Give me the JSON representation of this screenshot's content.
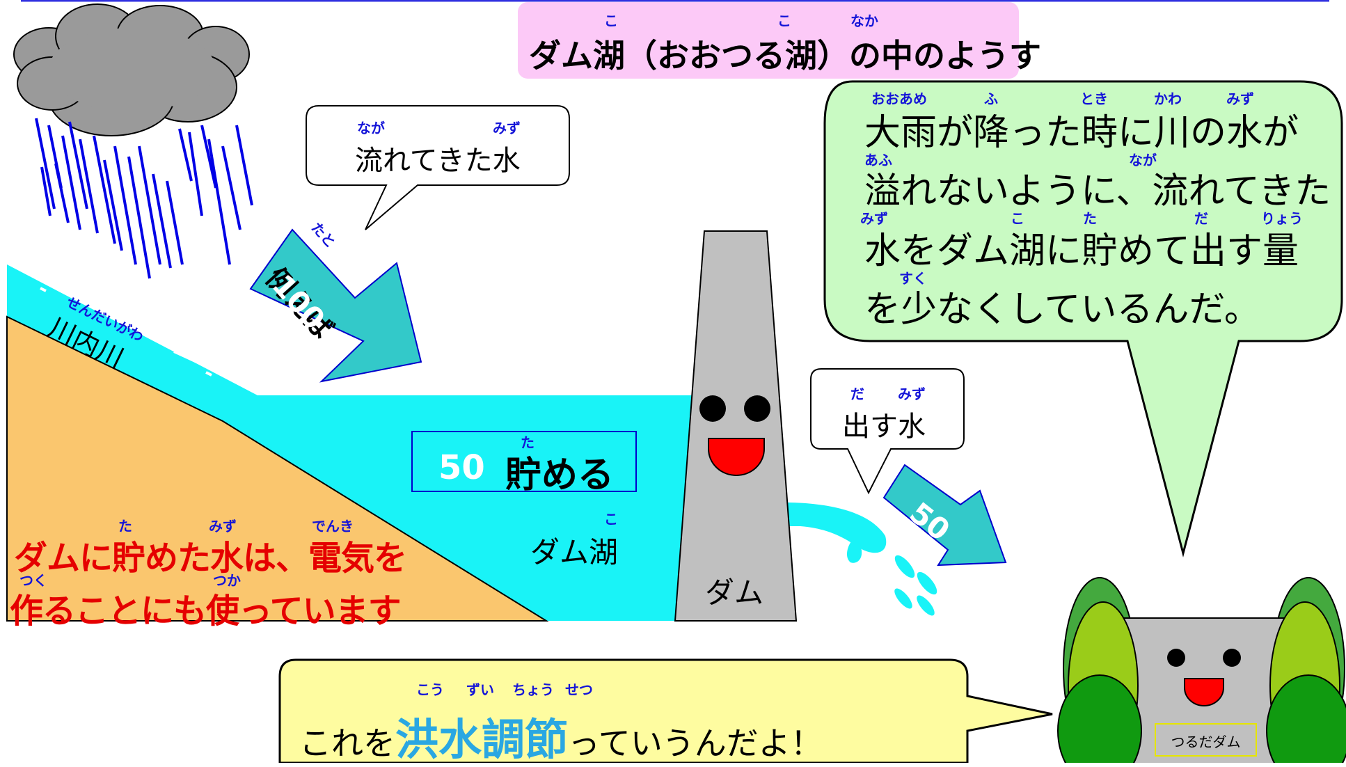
{
  "title": {
    "text": "ダム湖（おおつる湖）の中のようす",
    "ruby": [
      "こ",
      "こ",
      "なか"
    ]
  },
  "inflow_bubble": {
    "text": "流れてきた水",
    "ruby": [
      "なが",
      "みず"
    ]
  },
  "inflow_arrow": {
    "label": "例えば",
    "ruby": "たと",
    "value": "100"
  },
  "river": {
    "label": "川内川",
    "ruby": "せんだいがわ"
  },
  "storage_box": {
    "value": "50",
    "label": "貯める",
    "ruby": "た"
  },
  "lake_label": {
    "text": "ダム湖",
    "ruby": "こ"
  },
  "dam": {
    "label": "ダム"
  },
  "outflow_bubble": {
    "text": "出す水",
    "ruby": [
      "だ",
      "みず"
    ]
  },
  "outflow_arrow": {
    "value": "50"
  },
  "explanation_bubble": {
    "lines": [
      "大雨が降った時に川の水が",
      "溢れないように、流れてきた",
      "水をダム湖に貯めて出す量",
      "を少なくしているんだ。"
    ],
    "ruby": {
      "line1": [
        "おおあめ",
        "ふ",
        "とき",
        "かわ",
        "みず"
      ],
      "line2": [
        "あふ",
        "なが"
      ],
      "line3": [
        "みず",
        "こ",
        "た",
        "だ",
        "りょう"
      ],
      "line4": [
        "すく"
      ]
    }
  },
  "electricity_note": {
    "line1": "ダムに貯めた水は、電気を",
    "line2": "作ることにも使っています",
    "ruby": [
      "た",
      "みず",
      "でんき",
      "つく",
      "つか"
    ]
  },
  "bottom_bubble": {
    "prefix": "これを",
    "emphasis": "洪水調節",
    "suffix": "っていうんだよ！",
    "ruby": [
      "こう",
      "ずい",
      "ちょう",
      "せつ"
    ]
  },
  "mascot": {
    "name_tag": "つるだダム"
  },
  "colors": {
    "water": "#19f3f7",
    "arrow": "#33c9c9",
    "ground": "#fac66e",
    "dam": "#c0c0c0",
    "title_bg": "#fcc9f7",
    "explanation_bg": "#c9fac3",
    "bottom_bg": "#fefca0",
    "red_text": "#e50000",
    "ruby": "#1414d8"
  }
}
